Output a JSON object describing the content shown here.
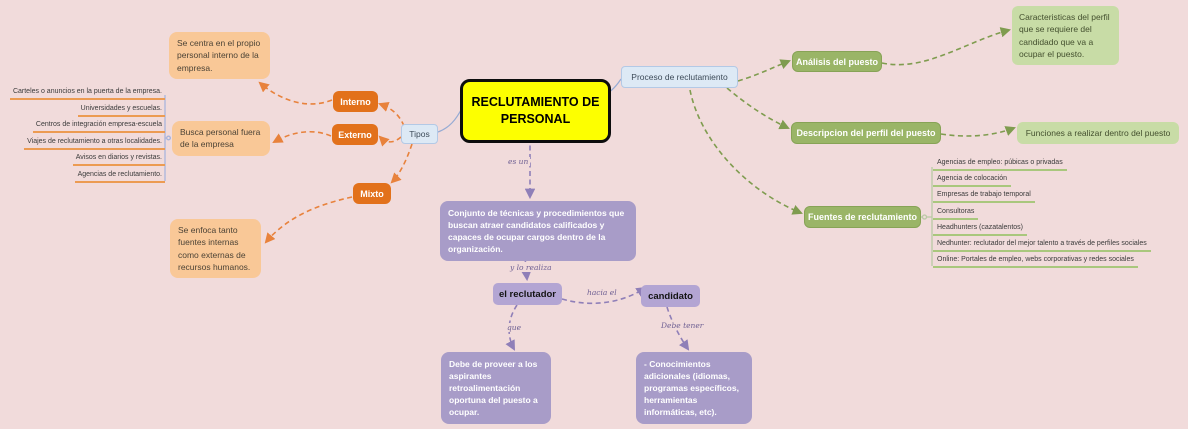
{
  "central": {
    "title": "RECLUTAMIENTO DE PERSONAL"
  },
  "connectors": {
    "es_un": "es un",
    "y_lo_realiza": "y lo realiza",
    "hacia_el": "hacia el",
    "que": "que",
    "debe_tener": "Debe tener"
  },
  "tipos": {
    "label": "Tipos",
    "interno": {
      "label": "Interno",
      "note": "Se centra en el propio personal interno de la empresa."
    },
    "externo": {
      "label": "Externo",
      "note": "Busca personal fuera de la empresa"
    },
    "mixto": {
      "label": "Mixto",
      "note": "Se enfoca tanto fuentes internas como externas de recursos humanos."
    }
  },
  "externo_sources": [
    "Carteles o anuncios en la puerta de la empresa.",
    "Universidades y escuelas.",
    "Centros de integración empresa-escuela",
    "Viajes de reclutamiento a otras localidades.",
    "Avisos en diarios y revistas.",
    "Agencias de reclutamiento."
  ],
  "definition": "Conjunto de técnicas y procedimientos que buscan atraer candidatos calificados y capaces de ocupar cargos dentro de la organización.",
  "reclutador": {
    "label": "el reclutador",
    "note": "Debe de proveer a los aspirantes retroalimentación oportuna del puesto a ocupar."
  },
  "candidato": {
    "label": "candidato",
    "note": "- Conocimientos adicionales (idiomas, programas específicos, herramientas informáticas, etc)."
  },
  "proceso": {
    "label": "Proceso de reclutamiento",
    "analisis": {
      "label": "Análisis del puesto",
      "note": "Caracteristicas del perfil que se requiere del candidado que va a ocupar el puesto."
    },
    "descripcion": {
      "label": "Descripcion del perfil del puesto",
      "note": "Funciones a realizar dentro del puesto"
    },
    "fuentes": {
      "label": "Fuentes de reclutamiento"
    }
  },
  "fuentes_items": [
    "Agencias de empleo: púbicas o privadas",
    "Agencia de colocación",
    "Empresas de trabajo temporal",
    "Consultoras",
    "Headhunters (cazatalentos)",
    "Nedhunter: reclutador del mejor talento a través de perfiles sociales",
    "Online: Portales de empleo, webs corporativas y redes sociales"
  ],
  "colors": {
    "background": "#f1dbdb",
    "central_yellow": "#fdff00",
    "orange": "#e2711b",
    "orange_light": "#f9c897",
    "green": "#9ab567",
    "green_light": "#c8dca6",
    "purple": "#a89cc8",
    "purple_light": "#b3a5d3",
    "blue_light": "#dde9f5"
  }
}
